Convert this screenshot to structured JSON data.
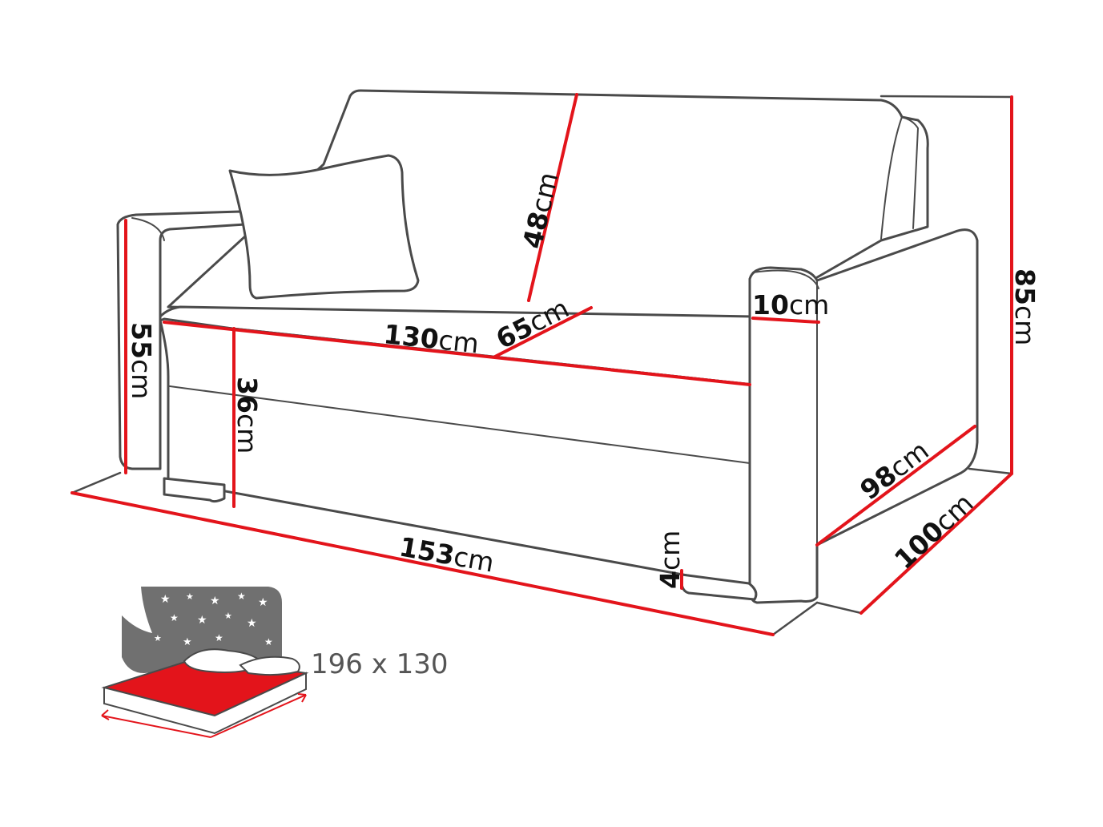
{
  "dimensions": [
    {
      "id": "back-height",
      "value": "48",
      "unit": "cm"
    },
    {
      "id": "seat-width",
      "value": "130",
      "unit": "cm"
    },
    {
      "id": "seat-depth",
      "value": "65",
      "unit": "cm"
    },
    {
      "id": "armrest-width",
      "value": "10",
      "unit": "cm"
    },
    {
      "id": "total-height",
      "value": "85",
      "unit": "cm"
    },
    {
      "id": "armrest-height",
      "value": "55",
      "unit": "cm"
    },
    {
      "id": "seat-height",
      "value": "36",
      "unit": "cm"
    },
    {
      "id": "armrest-depth",
      "value": "98",
      "unit": "cm"
    },
    {
      "id": "total-depth",
      "value": "100",
      "unit": "cm"
    },
    {
      "id": "total-width",
      "value": "153",
      "unit": "cm"
    },
    {
      "id": "leg-height",
      "value": "4",
      "unit": "cm"
    }
  ],
  "bed": {
    "label": "196 x 130",
    "icon": "sleeping-area-icon",
    "accent_color": "#e3141b"
  },
  "colors": {
    "dimension_line": "#e3141b",
    "outline": "#4a4a4a"
  }
}
